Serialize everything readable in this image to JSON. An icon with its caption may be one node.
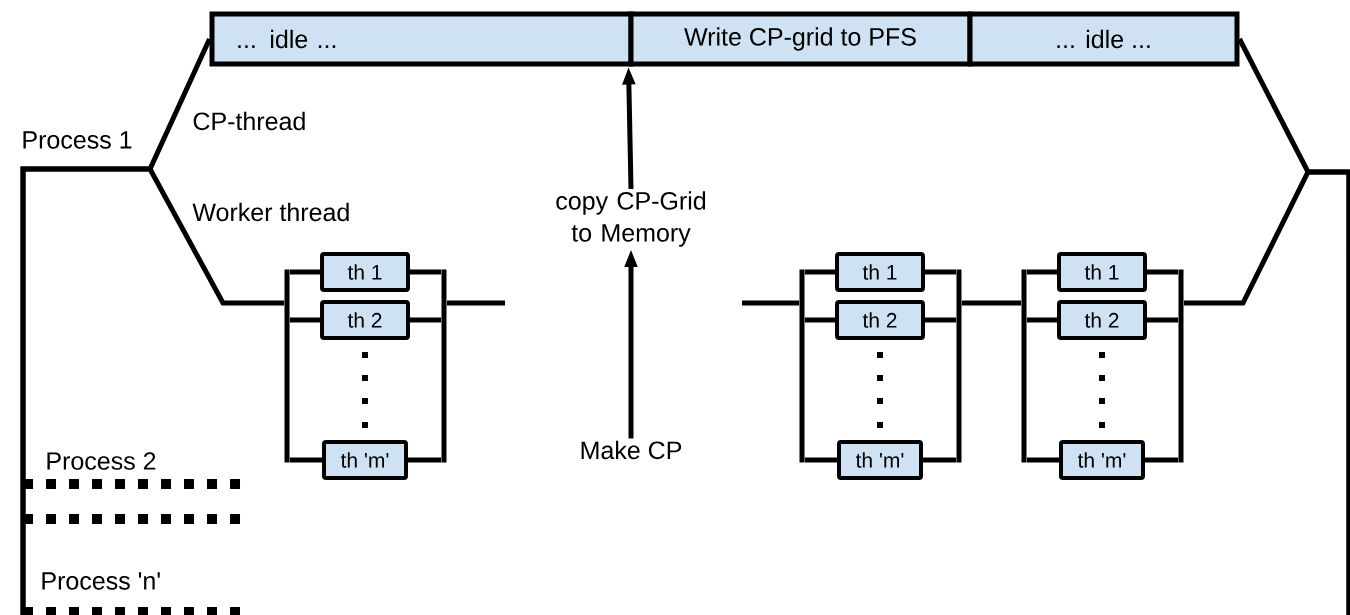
{
  "diagram": {
    "nodes": [
      {
        "text": [
          "... idle ..."
        ]
      },
      {
        "text": [
          "Write CP-grid to PFS"
        ]
      },
      {
        "text": [
          "... idle ..."
        ]
      },
      {
        "text": [
          "copy CP-Grid to Memory"
        ]
      },
      {
        "text": [
          "Make CP"
        ]
      },
      {
        "text": [],
        "shape": "bar"
      },
      {
        "text": [
          "th 1"
        ]
      },
      {
        "text": [
          "th 2"
        ]
      },
      {
        "text": [
          "th 'm'"
        ]
      },
      {
        "text": [],
        "shape": "bar"
      },
      {
        "text": [],
        "shape": "bar"
      },
      {
        "text": [
          "th 1"
        ]
      },
      {
        "text": [
          "th 2"
        ]
      },
      {
        "text": [
          "th 'm'"
        ]
      },
      {
        "text": [],
        "shape": "bar"
      },
      {
        "text": [],
        "shape": "bar"
      },
      {
        "text": [
          "th 1"
        ]
      },
      {
        "text": [
          "th 2"
        ]
      },
      {
        "text": [
          "th 'm'"
        ]
      },
      {
        "text": [],
        "shape": "bar"
      }
    ],
    "edges": [
      {
        "from": 4,
        "to": 3,
        "arrow": "to"
      },
      {
        "from": 3,
        "to": 1,
        "arrow": "to"
      },
      {
        "from": null,
        "to": 0,
        "arrow": "none"
      },
      {
        "from": null,
        "to": 5,
        "arrow": "none"
      },
      {
        "from": 5,
        "to": 6,
        "arrow": "none"
      },
      {
        "from": 5,
        "to": 7,
        "arrow": "none"
      },
      {
        "from": 5,
        "to": 8,
        "arrow": "none"
      },
      {
        "from": 6,
        "to": 9,
        "arrow": "none"
      },
      {
        "from": 7,
        "to": 9,
        "arrow": "none"
      },
      {
        "from": 8,
        "to": 9,
        "arrow": "none"
      },
      {
        "from": 9,
        "to": null,
        "arrow": "none"
      },
      {
        "from": null,
        "to": 10,
        "arrow": "none"
      },
      {
        "from": 10,
        "to": 11,
        "arrow": "none"
      },
      {
        "from": 10,
        "to": 12,
        "arrow": "none"
      },
      {
        "from": 10,
        "to": 13,
        "arrow": "none"
      },
      {
        "from": 11,
        "to": 14,
        "arrow": "none"
      },
      {
        "from": 12,
        "to": 14,
        "arrow": "none"
      },
      {
        "from": 13,
        "to": 14,
        "arrow": "none"
      },
      {
        "from": 14,
        "to": 15,
        "arrow": "none"
      },
      {
        "from": 15,
        "to": 16,
        "arrow": "none"
      },
      {
        "from": 15,
        "to": 17,
        "arrow": "none"
      },
      {
        "from": 15,
        "to": 18,
        "arrow": "none"
      },
      {
        "from": 16,
        "to": 19,
        "arrow": "none"
      },
      {
        "from": 17,
        "to": 19,
        "arrow": "none"
      },
      {
        "from": 18,
        "to": 19,
        "arrow": "none"
      },
      {
        "from": 19,
        "to": null,
        "arrow": "none"
      },
      {
        "from": 2,
        "to": null,
        "arrow": "none"
      }
    ],
    "labels": [
      "Process 1",
      "CP-thread",
      "Worker thread",
      "Process 2",
      "Process 'n'"
    ]
  }
}
